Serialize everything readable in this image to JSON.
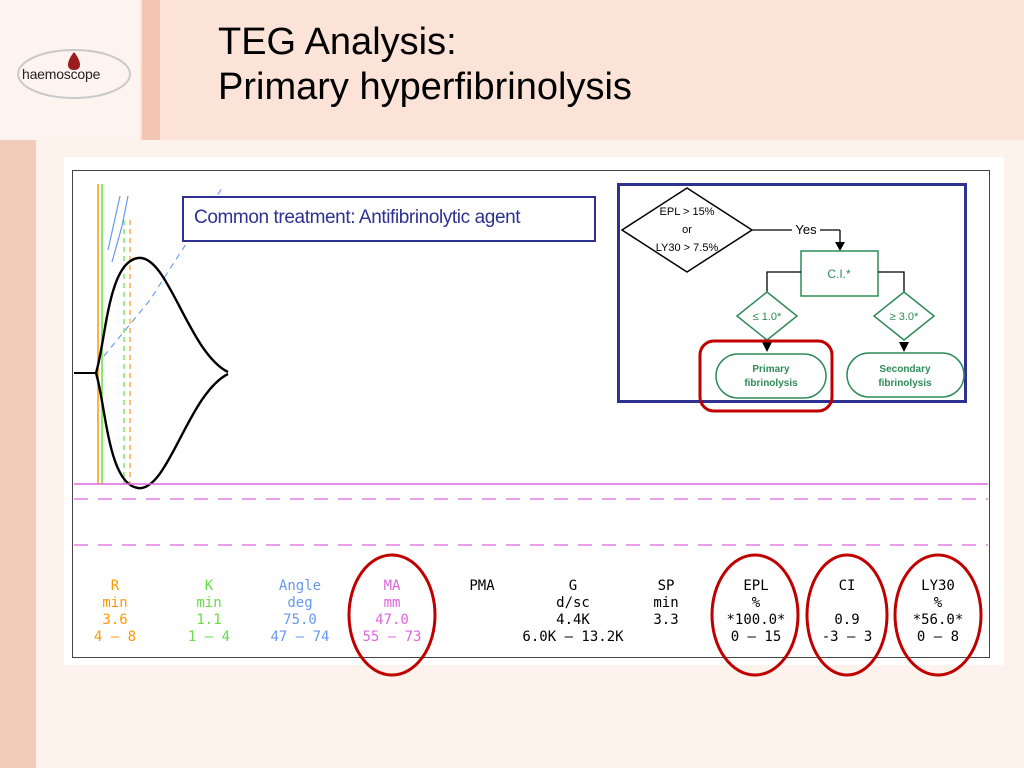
{
  "slide": {
    "title_line1": "TEG Analysis:",
    "title_line2": "Primary hyperfibrinolysis",
    "logo_text": "haemoscope"
  },
  "treatment": "Common treatment: Antifibrinolytic agent",
  "flowchart": {
    "decision_line1": "EPL > 15%",
    "decision_line2": "or",
    "decision_line3": "LY30 > 7.5%",
    "yes_label": "Yes",
    "ci_label": "C.I.*",
    "low_label": "≤ 1.0*",
    "high_label": "≥ 3.0*",
    "primary_line1": "Primary",
    "primary_line2": "fibrinolysis",
    "secondary_line1": "Secondary",
    "secondary_line2": "fibrinolysis"
  },
  "stats": [
    {
      "name": "R",
      "unit": "min",
      "value": "3.6",
      "range": "4 — 8",
      "color": "#ff9900"
    },
    {
      "name": "K",
      "unit": "min",
      "value": "1.1",
      "range": "1 — 4",
      "color": "#66dd44"
    },
    {
      "name": "Angle",
      "unit": "deg",
      "value": "75.0",
      "range": "47 — 74",
      "color": "#6699ee"
    },
    {
      "name": "MA",
      "unit": "mm",
      "value": "47.0",
      "range": "55 — 73",
      "color": "#dd66dd"
    },
    {
      "name": "PMA",
      "unit": "",
      "value": "",
      "range": "",
      "color": "#000000"
    },
    {
      "name": "G",
      "unit": "d/sc",
      "value": "4.4K",
      "range": "6.0K — 13.2K",
      "color": "#000000"
    },
    {
      "name": "SP",
      "unit": "min",
      "value": "3.3",
      "range": "",
      "color": "#000000"
    },
    {
      "name": "EPL",
      "unit": "%",
      "value": "*100.0*",
      "range": "0 — 15",
      "color": "#000000"
    },
    {
      "name": "CI",
      "unit": "",
      "value": "0.9",
      "range": "-3 — 3",
      "color": "#000000"
    },
    {
      "name": "LY30",
      "unit": "%",
      "value": "*56.0*",
      "range": "0 — 8",
      "color": "#000000"
    }
  ],
  "colors": {
    "highlight_circle": "#c00000",
    "frame_blue": "#2e3192",
    "flow_green": "#2e8b57",
    "dash_magenta": "#dd66dd"
  }
}
